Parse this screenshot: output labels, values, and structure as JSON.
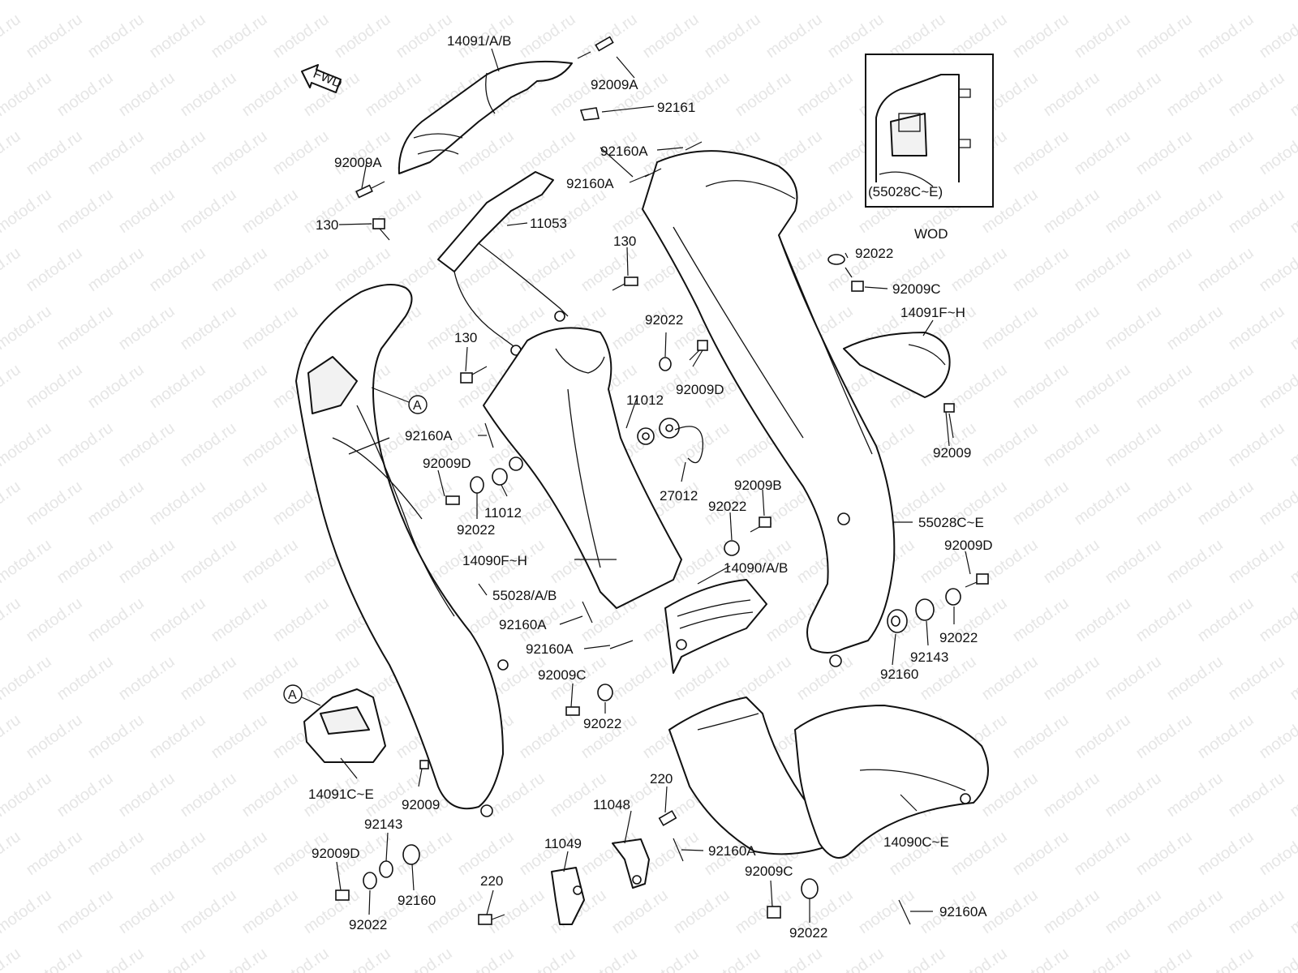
{
  "watermark": "motod.ru",
  "fwd_label": "FWD",
  "callout_letter": "A",
  "inset": {
    "caption": "(55028C~E)",
    "tag": "WOD"
  },
  "labels": [
    {
      "id": "14091ab",
      "text": "14091/A/B"
    },
    {
      "id": "92009a_top",
      "text": "92009A"
    },
    {
      "id": "92161",
      "text": "92161"
    },
    {
      "id": "92160a_1",
      "text": "92160A"
    },
    {
      "id": "92160a_2",
      "text": "92160A"
    },
    {
      "id": "92009a_left",
      "text": "92009A"
    },
    {
      "id": "130_left",
      "text": "130"
    },
    {
      "id": "11053",
      "text": "11053"
    },
    {
      "id": "130_mid",
      "text": "130"
    },
    {
      "id": "92022_r1",
      "text": "92022"
    },
    {
      "id": "92009c_r1",
      "text": "92009C"
    },
    {
      "id": "14091fh",
      "text": "14091F~H"
    },
    {
      "id": "92022_c",
      "text": "92022"
    },
    {
      "id": "130_low",
      "text": "130"
    },
    {
      "id": "92009d_c",
      "text": "92009D"
    },
    {
      "id": "11012_c",
      "text": "11012"
    },
    {
      "id": "92160a_3",
      "text": "92160A"
    },
    {
      "id": "92009d_l",
      "text": "92009D"
    },
    {
      "id": "11012_l",
      "text": "11012"
    },
    {
      "id": "92022_l",
      "text": "92022"
    },
    {
      "id": "27012",
      "text": "27012"
    },
    {
      "id": "92009b",
      "text": "92009B"
    },
    {
      "id": "92022_m",
      "text": "92022"
    },
    {
      "id": "92009_r",
      "text": "92009"
    },
    {
      "id": "55028ce",
      "text": "55028C~E"
    },
    {
      "id": "14090fh",
      "text": "14090F~H"
    },
    {
      "id": "14090ab",
      "text": "14090/A/B"
    },
    {
      "id": "92009d_r",
      "text": "92009D"
    },
    {
      "id": "55028ab",
      "text": "55028/A/B"
    },
    {
      "id": "92160a_4",
      "text": "92160A"
    },
    {
      "id": "92160a_5",
      "text": "92160A"
    },
    {
      "id": "92022_r2",
      "text": "92022"
    },
    {
      "id": "92143_r",
      "text": "92143"
    },
    {
      "id": "92160_r",
      "text": "92160"
    },
    {
      "id": "92009c_m",
      "text": "92009C"
    },
    {
      "id": "92022_m2",
      "text": "92022"
    },
    {
      "id": "14091ce",
      "text": "14091C~E"
    },
    {
      "id": "92009_l",
      "text": "92009"
    },
    {
      "id": "220_r",
      "text": "220"
    },
    {
      "id": "11048",
      "text": "11048"
    },
    {
      "id": "92143_l",
      "text": "92143"
    },
    {
      "id": "11049",
      "text": "11049"
    },
    {
      "id": "92160a_6",
      "text": "92160A"
    },
    {
      "id": "14090ce",
      "text": "14090C~E"
    },
    {
      "id": "92009d_bl",
      "text": "92009D"
    },
    {
      "id": "92160_l",
      "text": "92160"
    },
    {
      "id": "220_l",
      "text": "220"
    },
    {
      "id": "92009c_b",
      "text": "92009C"
    },
    {
      "id": "92022_bl",
      "text": "92022"
    },
    {
      "id": "92022_b",
      "text": "92022"
    },
    {
      "id": "92160a_7",
      "text": "92160A"
    }
  ]
}
